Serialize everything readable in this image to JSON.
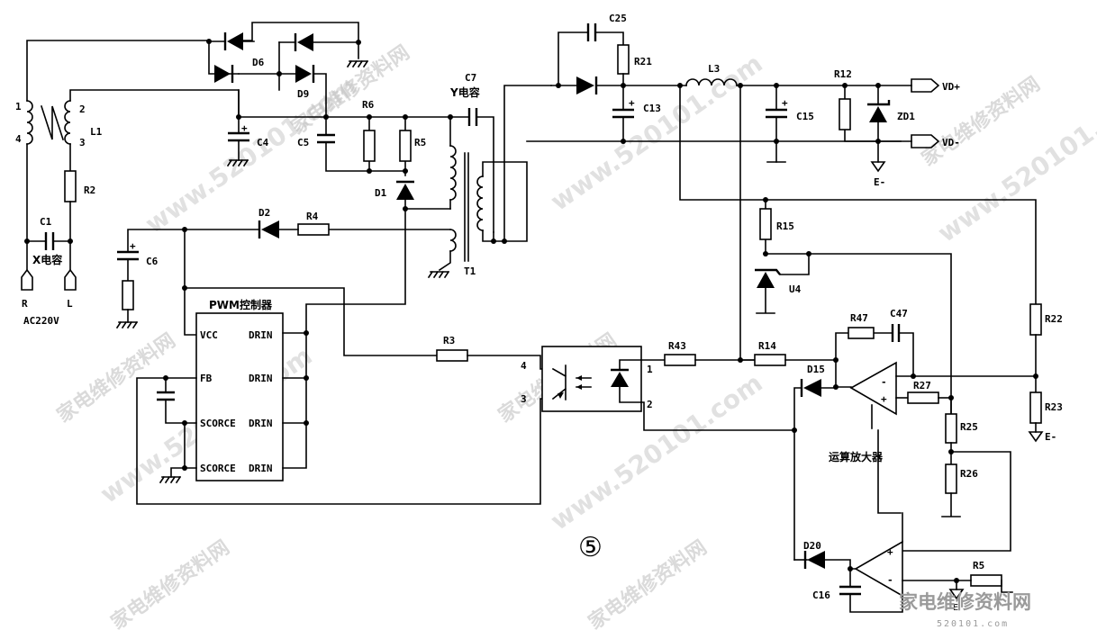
{
  "figure": {
    "number": "⑤"
  },
  "input": {
    "ac_label": "AC220V",
    "terminal_r": "R",
    "terminal_l": "L",
    "x_cap": "X电容",
    "y_cap": "Y电容",
    "choke": "L1",
    "choke_pins": [
      "1",
      "4",
      "2",
      "3"
    ]
  },
  "components": {
    "c1": "C1",
    "r2": "R2",
    "d6": "D6",
    "d9": "D9",
    "c4": "C4",
    "c5": "C5",
    "r6": "R6",
    "r5": "R5",
    "d1": "D1",
    "c7": "C7",
    "t1": "T1",
    "d2": "D2",
    "r4": "R4",
    "c6": "C6",
    "c25": "C25",
    "r21": "R21",
    "c13": "C13",
    "l3": "L3",
    "c15": "C15",
    "r12": "R12",
    "zd1": "ZD1",
    "r15": "R15",
    "u4": "U4",
    "r22": "R22",
    "r23": "R23",
    "r47": "R47",
    "c47": "C47",
    "r3": "R3",
    "r43": "R43",
    "r14": "R14",
    "d15": "D15",
    "r27": "R27",
    "r25": "R25",
    "r26": "R26",
    "d20": "D20",
    "r5b": "R5",
    "c16": "C16"
  },
  "pwm": {
    "title": "PWM控制器",
    "left_pins": [
      "VCC",
      "FB",
      "SCORCE",
      "SCORCE"
    ],
    "right_pins": [
      "DRIN",
      "DRIN",
      "DRIN",
      "DRIN"
    ]
  },
  "optocoupler": {
    "pins": [
      "4",
      "3",
      "1",
      "2"
    ]
  },
  "outputs": {
    "vd_plus": "VD+",
    "vd_minus": "VD-",
    "e_minus_1": "E-",
    "e_minus_2": "E-",
    "e_small": "E"
  },
  "opamp_label": "运算放大器",
  "watermarks": {
    "url": "www.520101.com",
    "cn": "家电维修资料网"
  },
  "logo": {
    "text": "家电维修资料网",
    "sub": "520101.com"
  }
}
